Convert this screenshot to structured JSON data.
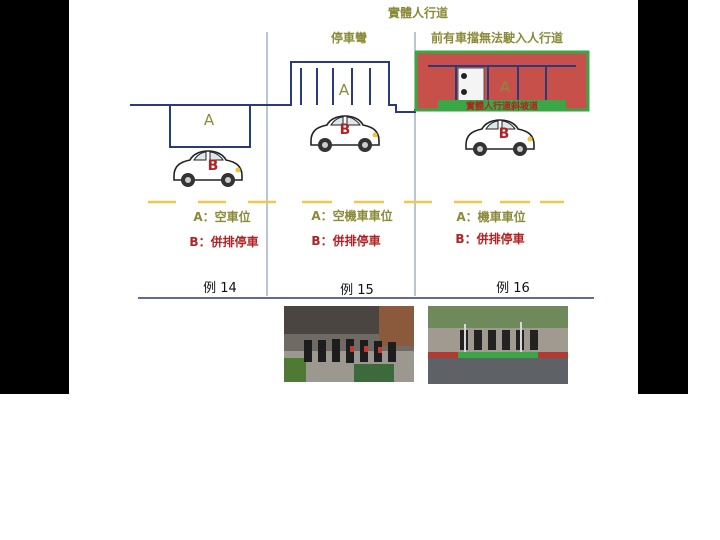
{
  "slide": {
    "top_title": "實體人行道",
    "panels": [
      {
        "heading": "",
        "box_label": "A",
        "car_label": "B",
        "legend_a": "A：空車位",
        "legend_b": "B：併排停車",
        "example": "例 14"
      },
      {
        "heading": "停車彎",
        "box_label": "A",
        "car_label": "B",
        "legend_a": "A：空機車車位",
        "legend_b": "B：併排停車",
        "example": "例 15"
      },
      {
        "heading": "前有車擋無法駛入人行道",
        "box_label": "A",
        "car_label": "B",
        "ramp_label": "實體人行道斜坡道",
        "legend_a": "A：機車車位",
        "legend_b": "B：併排停車",
        "example": "例 16"
      }
    ]
  },
  "colors": {
    "olive_text": "#8a8a3a",
    "red_text": "#b22222",
    "navy_line": "#2b3a7a",
    "divider": "#8aa0b8",
    "dash_yellow": "#f2c84b",
    "sidewalk_red": "#c8504a",
    "ramp_green": "#3aa645",
    "car_body": "#ffffff"
  }
}
